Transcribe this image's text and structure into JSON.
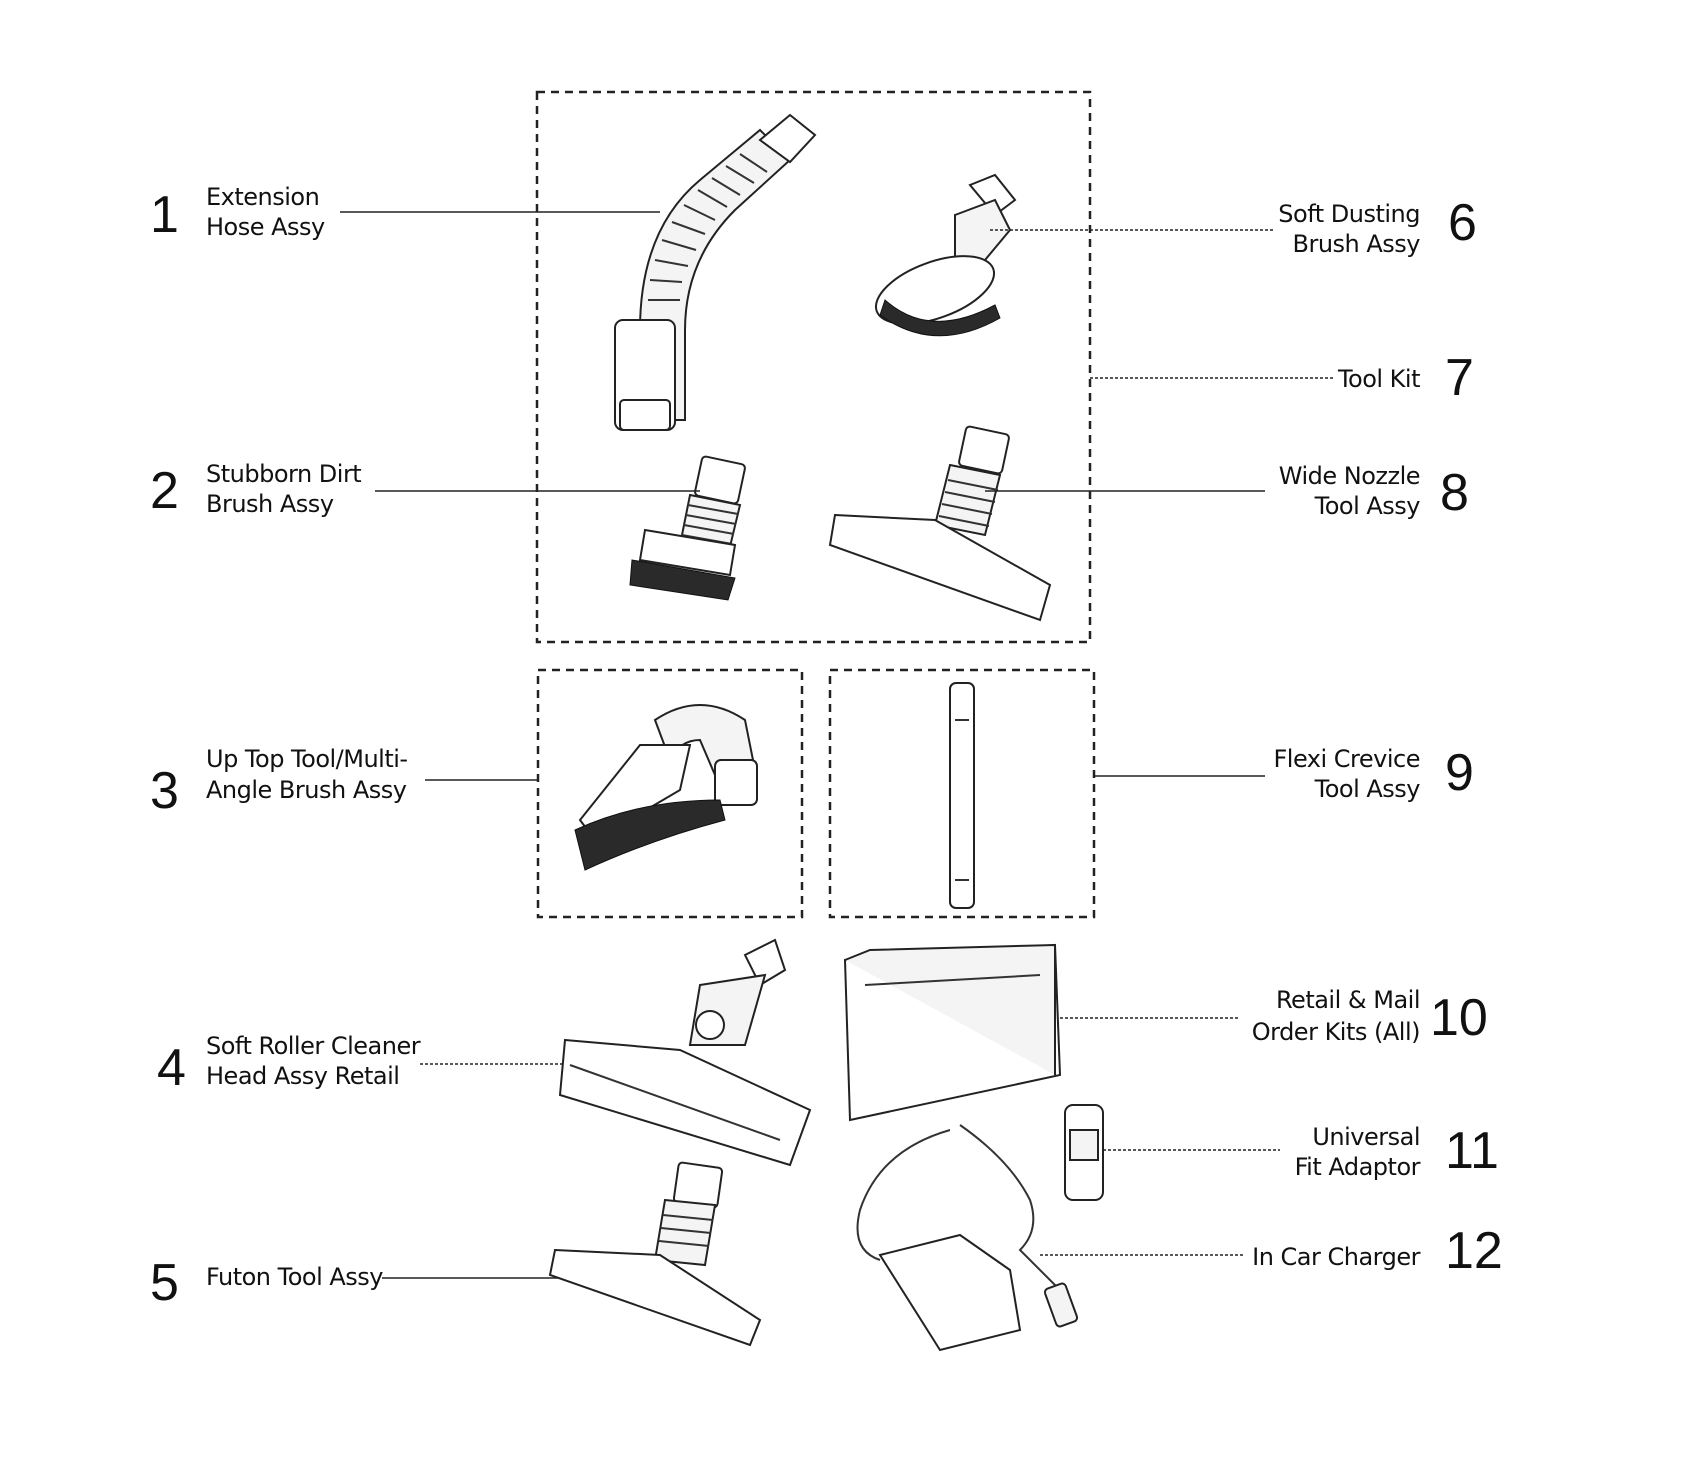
{
  "parts": [
    {
      "number": "1",
      "lines": [
        "Extension",
        "Hose Assy"
      ]
    },
    {
      "number": "2",
      "lines": [
        "Stubborn Dirt",
        "Brush Assy"
      ]
    },
    {
      "number": "3",
      "lines": [
        "Up Top Tool/Multi-",
        "Angle Brush Assy"
      ]
    },
    {
      "number": "4",
      "lines": [
        "Soft Roller Cleaner",
        "Head Assy Retail"
      ]
    },
    {
      "number": "5",
      "lines": [
        "Futon Tool Assy"
      ]
    },
    {
      "number": "6",
      "lines": [
        "Soft Dusting",
        "Brush Assy"
      ]
    },
    {
      "number": "7",
      "lines": [
        "Tool Kit"
      ]
    },
    {
      "number": "8",
      "lines": [
        "Wide Nozzle",
        "Tool Assy"
      ]
    },
    {
      "number": "9",
      "lines": [
        "Flexi Crevice",
        "Tool Assy"
      ]
    },
    {
      "number": "10",
      "lines": [
        "Retail & Mail",
        "Order Kits (All)"
      ]
    },
    {
      "number": "11",
      "lines": [
        "Universal",
        "Fit Adaptor"
      ]
    },
    {
      "number": "12",
      "lines": [
        "In Car Charger"
      ]
    }
  ]
}
